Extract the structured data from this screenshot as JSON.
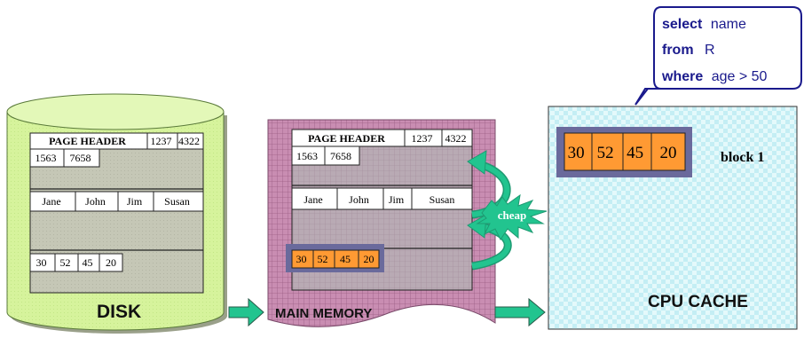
{
  "query": {
    "kw_select": "select",
    "field": "name",
    "kw_from": "from",
    "table": "R",
    "kw_where": "where",
    "condition": "age > 50"
  },
  "page": {
    "header": "PAGE HEADER",
    "header_nums": [
      "1237",
      "4322"
    ],
    "slot_nums": [
      "1563",
      "7658"
    ],
    "names": [
      "Jane",
      "John",
      "Jim",
      "Susan"
    ],
    "ages": [
      "30",
      "52",
      "45",
      "20"
    ]
  },
  "labels": {
    "disk": "DISK",
    "main_memory": "MAIN MEMORY",
    "cpu_cache": "CPU CACHE",
    "block": "block 1",
    "cheap": "cheap"
  },
  "colors": {
    "disk_fill": "#d9f5a0",
    "memory_fill": "#c78cb0",
    "cache_fill": "#ccf2f7",
    "block_fill": "#ff9a33",
    "block_frame": "#6a6a9c",
    "arrow": "#1ec38e"
  }
}
